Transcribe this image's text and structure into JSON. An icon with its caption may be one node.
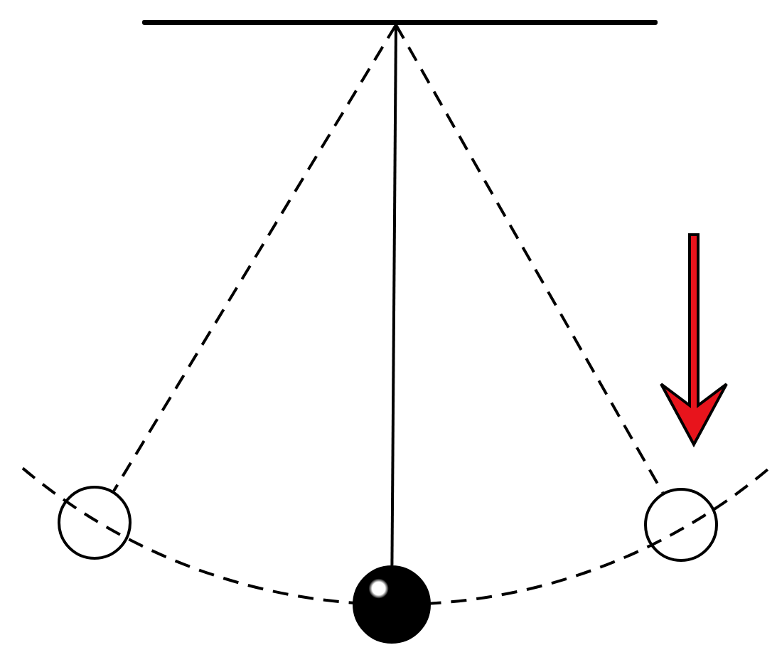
{
  "diagram": {
    "nodes": [
      {
        "text": [],
        "shape": "bar"
      },
      {
        "text": [],
        "shape": "circle"
      },
      {
        "text": [],
        "shape": "circle"
      },
      {
        "text": [],
        "shape": "circle"
      }
    ],
    "edges": [
      {
        "from": 0,
        "to": 1,
        "arrow": "none",
        "style": "dashed"
      },
      {
        "from": 0,
        "to": 2,
        "arrow": "none"
      },
      {
        "from": 0,
        "to": 3,
        "arrow": "none",
        "style": "dashed"
      }
    ]
  }
}
